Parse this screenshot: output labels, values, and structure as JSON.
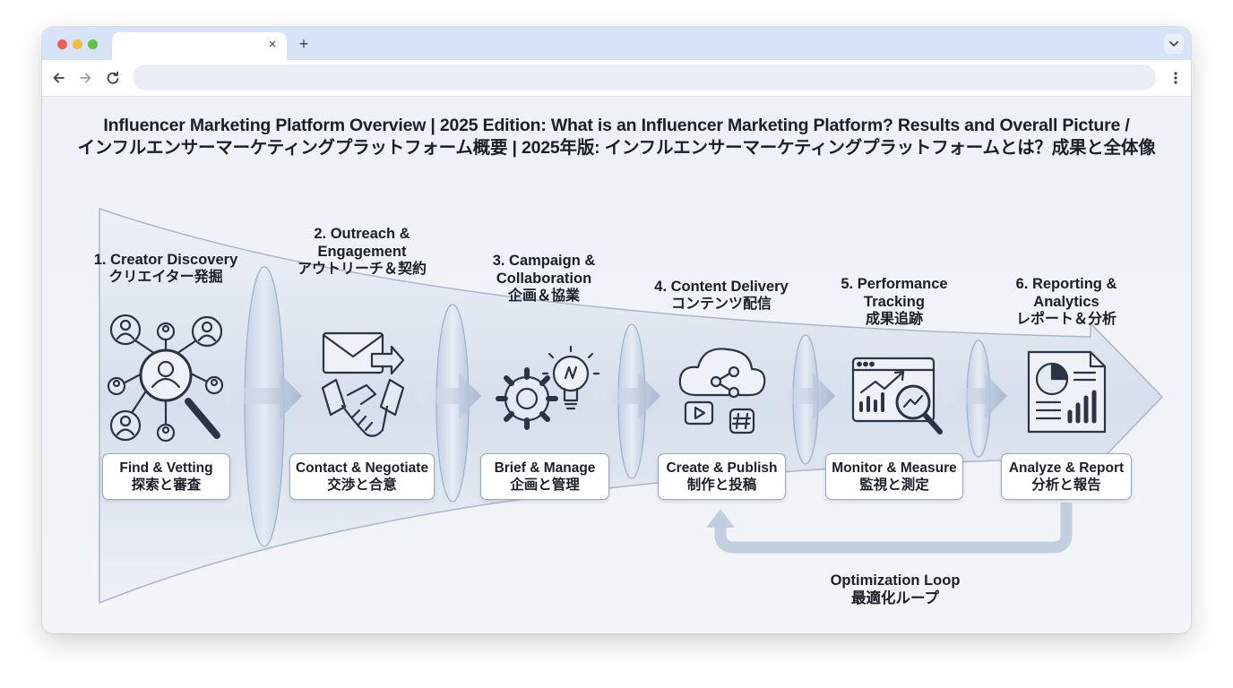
{
  "browser": {
    "tab_close": "×",
    "new_tab": "+"
  },
  "page": {
    "title_en": "Influencer Marketing Platform Overview | 2025 Edition: What is an Influencer Marketing Platform? Results and Overall Picture /",
    "title_jp": "インフルエンサーマーケティングプラットフォーム概要 | 2025年版: インフルエンサーマーケティングプラットフォームとは？成果と全体像"
  },
  "steps": [
    {
      "title_lines": [
        "1. Creator Discovery"
      ],
      "title_jp": "クリエイター発掘",
      "card_en": "Find & Vetting",
      "card_jp": "探索と審査",
      "icon": "creator-network-search-icon"
    },
    {
      "title_lines": [
        "2. Outreach &",
        "Engagement"
      ],
      "title_jp": "アウトリーチ＆契約",
      "card_en": "Contact & Negotiate",
      "card_jp": "交渉と合意",
      "icon": "envelope-handshake-icon"
    },
    {
      "title_lines": [
        "3. Campaign &",
        "Collaboration"
      ],
      "title_jp": "企画＆協業",
      "card_en": "Brief & Manage",
      "card_jp": "企画と管理",
      "icon": "gear-lightbulb-icon"
    },
    {
      "title_lines": [
        "4. Content Delivery"
      ],
      "title_jp": "コンテンツ配信",
      "card_en": "Create & Publish",
      "card_jp": "制作と投稿",
      "icon": "cloud-share-media-icon"
    },
    {
      "title_lines": [
        "5. Performance",
        "Tracking"
      ],
      "title_jp": "成果追跡",
      "card_en": "Monitor & Measure",
      "card_jp": "監視と測定",
      "icon": "dashboard-magnifier-icon"
    },
    {
      "title_lines": [
        "6. Reporting &",
        "Analytics"
      ],
      "title_jp": "レポート＆分析",
      "card_en": "Analyze & Report",
      "card_jp": "分析と報告",
      "icon": "report-document-icon"
    }
  ],
  "loop": {
    "label_en": "Optimization Loop",
    "label_jp": "最適化ループ"
  },
  "colors": {
    "funnel_fill": "#dfe6f1",
    "funnel_edge": "#a9b7cc",
    "arrow_fill": "#b9c6db",
    "icon_stroke": "#2b3444",
    "icon_fill": "#e3eaf4",
    "loop": "#c3cfe0"
  }
}
